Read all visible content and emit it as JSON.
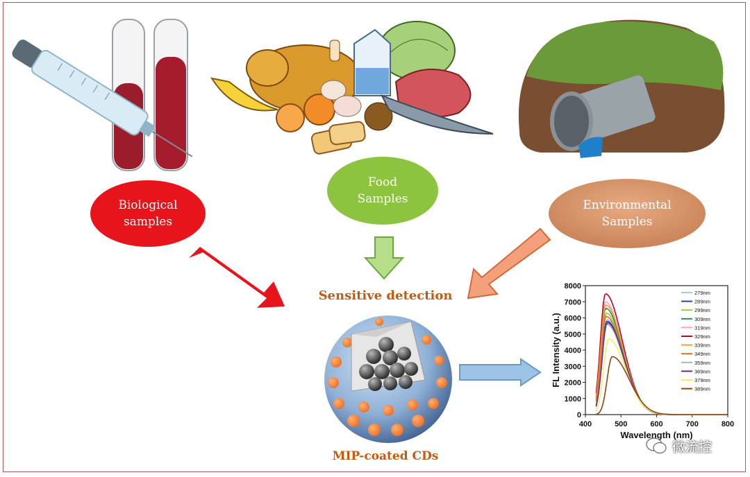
{
  "samples": {
    "biological": {
      "line1": "Biological",
      "line2": "samples",
      "color": "#e8141c"
    },
    "food": {
      "line1": "Food",
      "line2": "Samples",
      "color": "#8cc33f"
    },
    "environmental": {
      "line1": "Environmental",
      "line2": "Samples",
      "color": "#d08c60"
    }
  },
  "detection_label": "Sensitive detection",
  "particle_label": "MIP-coated CDs",
  "watermark": "微流控",
  "colors": {
    "frame": "#b5575a",
    "label_orange": "#c55a11",
    "arrow_red": "#e8141c",
    "arrow_green": "#8cc33f",
    "arrow_salmon": "#f4a07a",
    "arrow_blue": "#9dc3e6"
  },
  "chart_data": {
    "type": "line",
    "xlabel": "Wavelength (nm)",
    "ylabel": "FL Intensity (a.u.)",
    "xlim": [
      400,
      800
    ],
    "ylim": [
      0,
      8000
    ],
    "xticks": [
      "400",
      "500",
      "600",
      "700",
      "800"
    ],
    "yticks": [
      "0",
      "1000",
      "2000",
      "3000",
      "4000",
      "5000",
      "6000",
      "7000",
      "8000"
    ],
    "legend_position": "top-right",
    "series": [
      {
        "name": "279nm",
        "color": "#a9c8e8",
        "peak_x": 460,
        "peak_y": 5900
      },
      {
        "name": "289nm",
        "color": "#1f4e9c",
        "peak_x": 460,
        "peak_y": 5800
      },
      {
        "name": "299nm",
        "color": "#9acd32",
        "peak_x": 458,
        "peak_y": 6300
      },
      {
        "name": "309nm",
        "color": "#2e8b57",
        "peak_x": 457,
        "peak_y": 6600
      },
      {
        "name": "319nm",
        "color": "#ffa0c0",
        "peak_x": 456,
        "peak_y": 7000
      },
      {
        "name": "329nm",
        "color": "#c00020",
        "peak_x": 456,
        "peak_y": 7500
      },
      {
        "name": "339nm",
        "color": "#f0a040",
        "peak_x": 457,
        "peak_y": 6800
      },
      {
        "name": "349nm",
        "color": "#e07020",
        "peak_x": 458,
        "peak_y": 6100
      },
      {
        "name": "359nm",
        "color": "#b0b0b0",
        "peak_x": 460,
        "peak_y": 5600
      },
      {
        "name": "369nm",
        "color": "#5a2d8c",
        "peak_x": 461,
        "peak_y": 5700
      },
      {
        "name": "379nm",
        "color": "#f0f060",
        "peak_x": 465,
        "peak_y": 4700
      },
      {
        "name": "389nm",
        "color": "#8b4513",
        "peak_x": 475,
        "peak_y": 3600
      }
    ]
  }
}
